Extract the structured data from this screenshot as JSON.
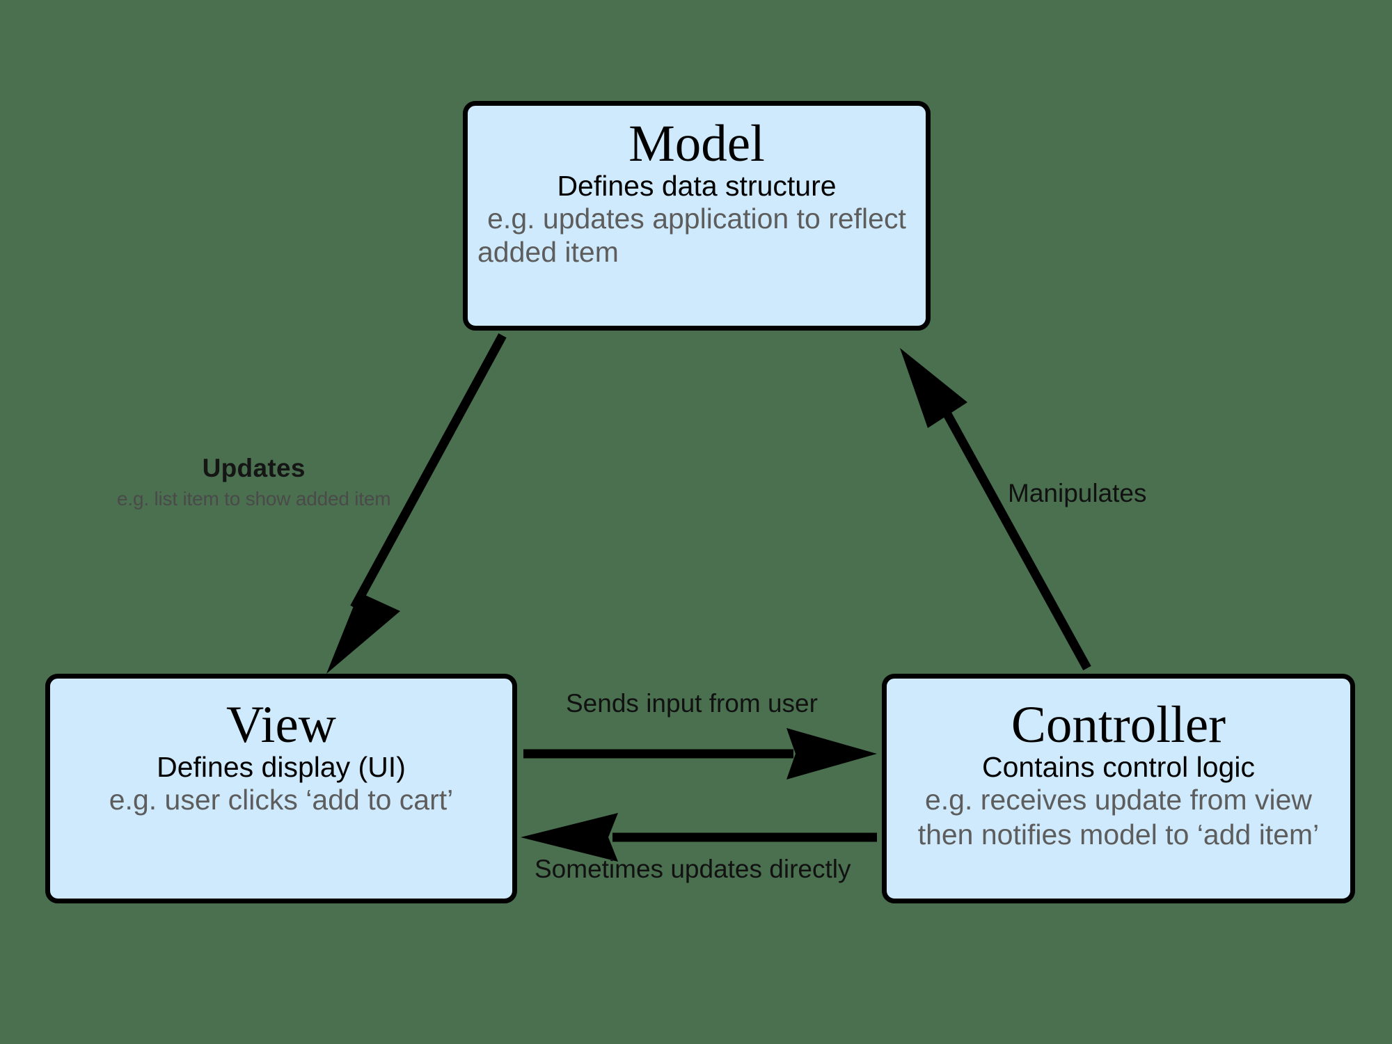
{
  "diagram": {
    "title": "MVC Architecture Diagram",
    "background_color": "#4a7050",
    "node_fill_color": "#cfeafc",
    "node_border_color": "#000000",
    "example_text_color": "#5d5d5d",
    "arrow_color": "#000000"
  },
  "nodes": {
    "model": {
      "title": "Model",
      "subtitle": "Defines data structure",
      "example_line1": "e.g. updates application to reflect",
      "example_line2": "added item"
    },
    "view": {
      "title": "View",
      "subtitle": "Defines display (UI)",
      "example_line1": "e.g. user clicks ‘add to cart’"
    },
    "controller": {
      "title": "Controller",
      "subtitle": "Contains control logic",
      "example_line1": "e.g. receives update from view",
      "example_line2": "then notifies model to ‘add item’"
    }
  },
  "edges": {
    "model_to_view": {
      "label": "Updates",
      "sublabel": "e.g. list item to show added item",
      "from": "Model",
      "to": "View"
    },
    "controller_to_model": {
      "label": "Manipulates",
      "from": "Controller",
      "to": "Model"
    },
    "view_to_controller": {
      "label": "Sends input from user",
      "from": "View",
      "to": "Controller"
    },
    "controller_to_view": {
      "label": "Sometimes updates directly",
      "from": "Controller",
      "to": "View"
    }
  }
}
